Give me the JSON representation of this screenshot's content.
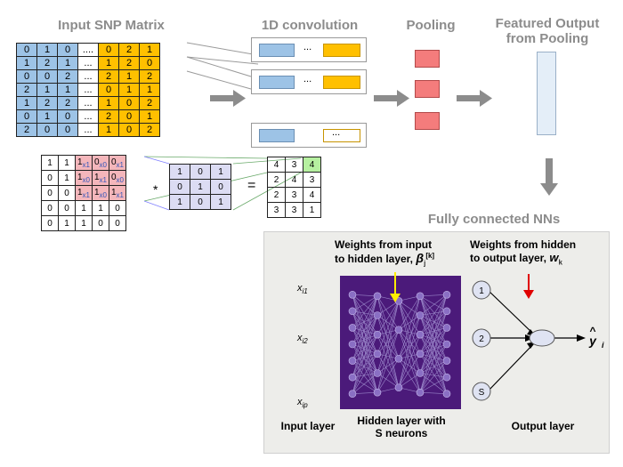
{
  "headers": {
    "input_snp": "Input SNP Matrix",
    "conv": "1D convolution",
    "pooling": "Pooling",
    "featured_line1": "Featured Output",
    "featured_line2": "from Pooling",
    "fc": "Fully connected NNs"
  },
  "snp_matrix": {
    "rows": [
      [
        "0",
        "1",
        "0",
        "....",
        "0",
        "2",
        "1"
      ],
      [
        "1",
        "2",
        "1",
        "...",
        "1",
        "2",
        "0"
      ],
      [
        "0",
        "0",
        "2",
        "...",
        "2",
        "1",
        "2"
      ],
      [
        "2",
        "1",
        "1",
        "...",
        "0",
        "1",
        "1"
      ],
      [
        "1",
        "2",
        "2",
        "...",
        "1",
        "0",
        "2"
      ],
      [
        "0",
        "1",
        "0",
        "...",
        "2",
        "0",
        "1"
      ],
      [
        "2",
        "0",
        "0",
        "...",
        "1",
        "0",
        "2"
      ]
    ]
  },
  "conv_boxes": {
    "dots": "..."
  },
  "example": {
    "input_grid": [
      [
        "1",
        "1",
        "1",
        "0",
        "0"
      ],
      [
        "0",
        "1",
        "1",
        "1",
        "0"
      ],
      [
        "0",
        "0",
        "1",
        "1",
        "1"
      ],
      [
        "0",
        "0",
        "1",
        "1",
        "0"
      ],
      [
        "0",
        "1",
        "1",
        "0",
        "0"
      ]
    ],
    "weights_sub": [
      [
        "x1",
        "x0",
        "x1"
      ],
      [
        "x0",
        "x1",
        "x0"
      ],
      [
        "x1",
        "x0",
        "x1"
      ]
    ],
    "kernel": [
      [
        "1",
        "0",
        "1"
      ],
      [
        "0",
        "1",
        "0"
      ],
      [
        "1",
        "0",
        "1"
      ]
    ],
    "output": [
      [
        "4",
        "3",
        "4"
      ],
      [
        "2",
        "4",
        "3"
      ],
      [
        "2",
        "3",
        "4"
      ],
      [
        "3",
        "3",
        "1"
      ]
    ],
    "times": "*",
    "equals": "="
  },
  "nn": {
    "weights_in_line1": "Weights from input",
    "weights_in_line2": "to hidden layer,",
    "beta": "β",
    "beta_sup": "[k]",
    "beta_sub": "j",
    "weights_out_line1": "Weights from hidden",
    "weights_out_line2": "to output layer,",
    "w": "w",
    "w_sub": "k",
    "inputs": [
      {
        "x": "x",
        "sub": "i1"
      },
      {
        "x": "x",
        "sub": "i2"
      },
      {
        "x": "x",
        "sub": "ip"
      }
    ],
    "out_nodes": [
      "1",
      "2",
      "S"
    ],
    "y": "y",
    "y_sub": "i",
    "y_hat": "^",
    "input_layer": "Input layer",
    "hidden_line1": "Hidden layer with",
    "hidden_line2": "S neurons",
    "output_layer": "Output layer"
  },
  "colors": {
    "blue": "#9dc3e6",
    "orange": "#ffc000",
    "pool_red": "#f47c7c",
    "hidden_purple": "#4b1a7a",
    "arrow_gray": "#8c8c8c",
    "yellow_arrow": "#ffee00",
    "red_arrow": "#e00000"
  }
}
